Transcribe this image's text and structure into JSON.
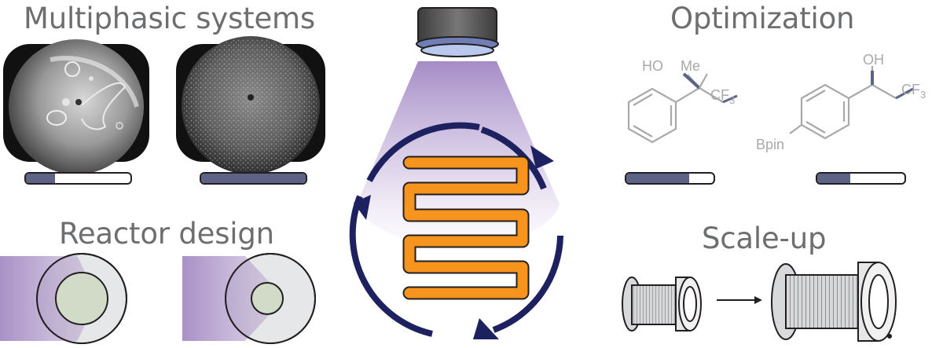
{
  "sections": {
    "multiphasic": {
      "title": "Multiphasic systems",
      "progress": [
        0.28,
        1.0
      ]
    },
    "optimization": {
      "title": "Optimization",
      "progress": [
        0.72,
        0.38
      ],
      "molecule1": {
        "oh": "HO",
        "me": "Me",
        "cf3": "CF",
        "cf3_sub": "3"
      },
      "molecule2": {
        "oh": "OH",
        "cf3": "CF",
        "cf3_sub": "3",
        "bpin": "Bpin"
      }
    },
    "reactor": {
      "title": "Reactor design"
    },
    "scaleup": {
      "title": "Scale-up"
    }
  },
  "colors": {
    "title_text": "#6d6e70",
    "bar_fill": "#5d6385",
    "light_purple": "#a58bc3",
    "loop_navy": "#1d2160",
    "serpentine_orange": "#f7941d",
    "core_green": "#d2dbc7"
  },
  "icons": [
    "uv-lamp-icon",
    "recirculation-loop-icon",
    "serpentine-channel-icon",
    "arrow-right-icon"
  ]
}
